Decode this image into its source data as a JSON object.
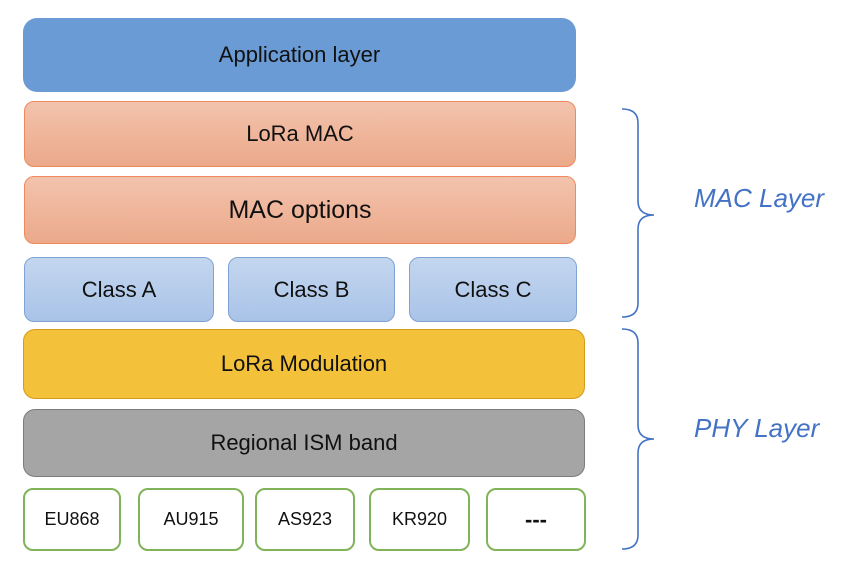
{
  "application_layer": "Application layer",
  "lora_mac": "LoRa MAC",
  "mac_options": "MAC options",
  "classes": [
    "Class A",
    "Class B",
    "Class C"
  ],
  "lora_modulation": "LoRa Modulation",
  "regional_ism_band": "Regional ISM band",
  "bands": [
    "EU868",
    "AU915",
    "AS923",
    "KR920",
    "---"
  ],
  "mac_layer_label": "MAC Layer",
  "phy_layer_label": "PHY Layer",
  "colors": {
    "application": "#6a9bd4",
    "mac": "#eba98a",
    "mac_border": "#ee8a5c",
    "class": "#a9c3e8",
    "class_border": "#7fa3d3",
    "modulation": "#f3c13a",
    "ism": "#a5a5a5",
    "band_border": "#80b35a",
    "layer_label": "#4472c4"
  }
}
